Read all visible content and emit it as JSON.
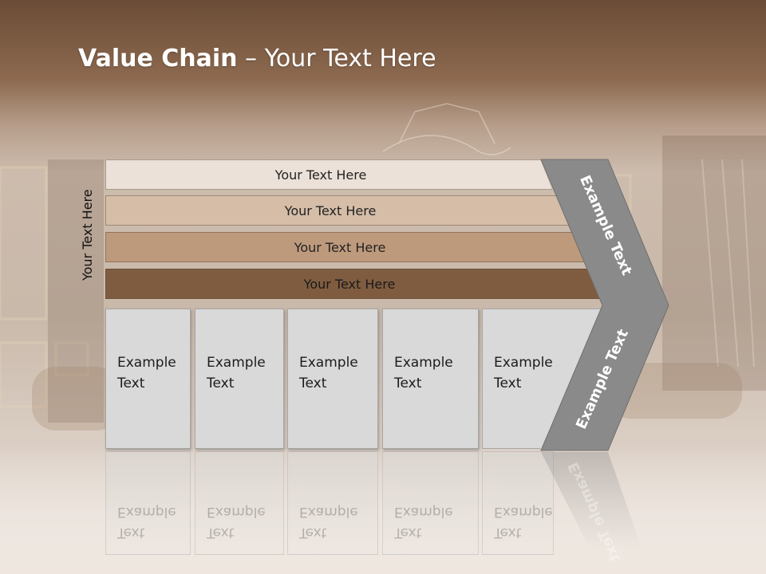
{
  "title": {
    "bold": "Value Chain",
    "rest": " – Your Text Here"
  },
  "side_label": "Your Text Here",
  "bands": [
    {
      "label": "Your Text Here",
      "color": "#ece1d8"
    },
    {
      "label": "Your Text Here",
      "color": "#d5bda8"
    },
    {
      "label": "Your Text Here",
      "color": "#be9a7d"
    },
    {
      "label": "Your Text Here",
      "color": "#7f5c40"
    }
  ],
  "boxes": [
    {
      "line1": "Example",
      "line2": "Text"
    },
    {
      "line1": "Example",
      "line2": "Text"
    },
    {
      "line1": "Example",
      "line2": "Text"
    },
    {
      "line1": "Example",
      "line2": "Text"
    },
    {
      "line1": "Example",
      "line2": "Text"
    }
  ],
  "arrow": {
    "upper": "Example Text",
    "lower": "Example Text",
    "color": "#8a8a8a"
  }
}
